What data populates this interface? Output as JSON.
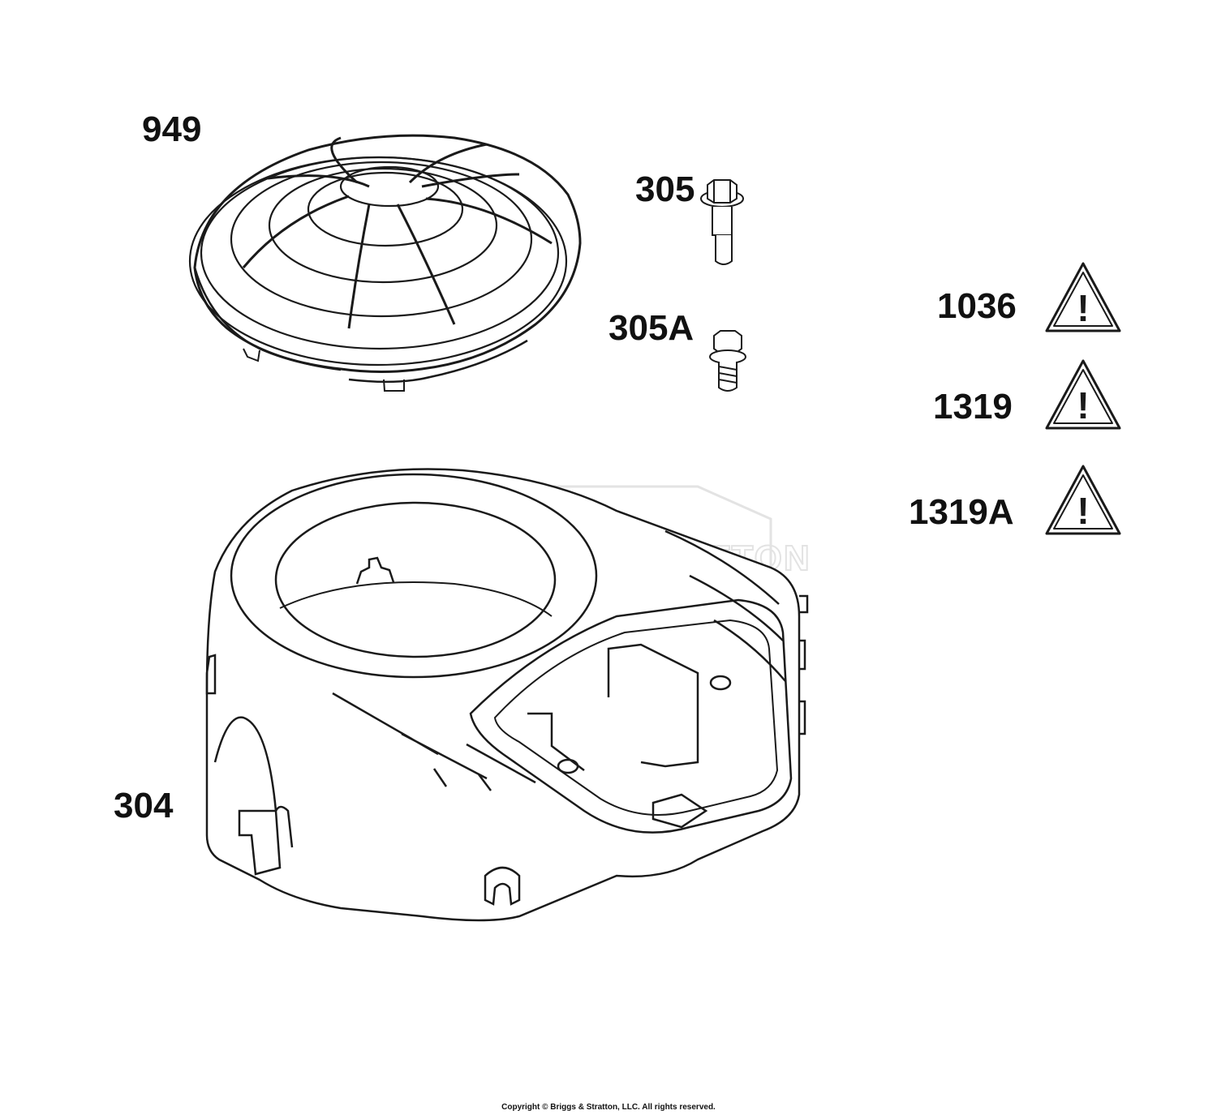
{
  "parts": {
    "grille": "949",
    "bolt": "305",
    "bolt_alt": "305A",
    "housing": "304"
  },
  "warnings": [
    "1036",
    "1319",
    "1319A"
  ],
  "watermark": "BRIGGS & STRATTON",
  "copyright": "Copyright © Briggs & Stratton, LLC. All rights reserved.",
  "colors": {
    "line": "#1a1a1a",
    "watermark": "#e3e3e3",
    "background": "#ffffff"
  }
}
